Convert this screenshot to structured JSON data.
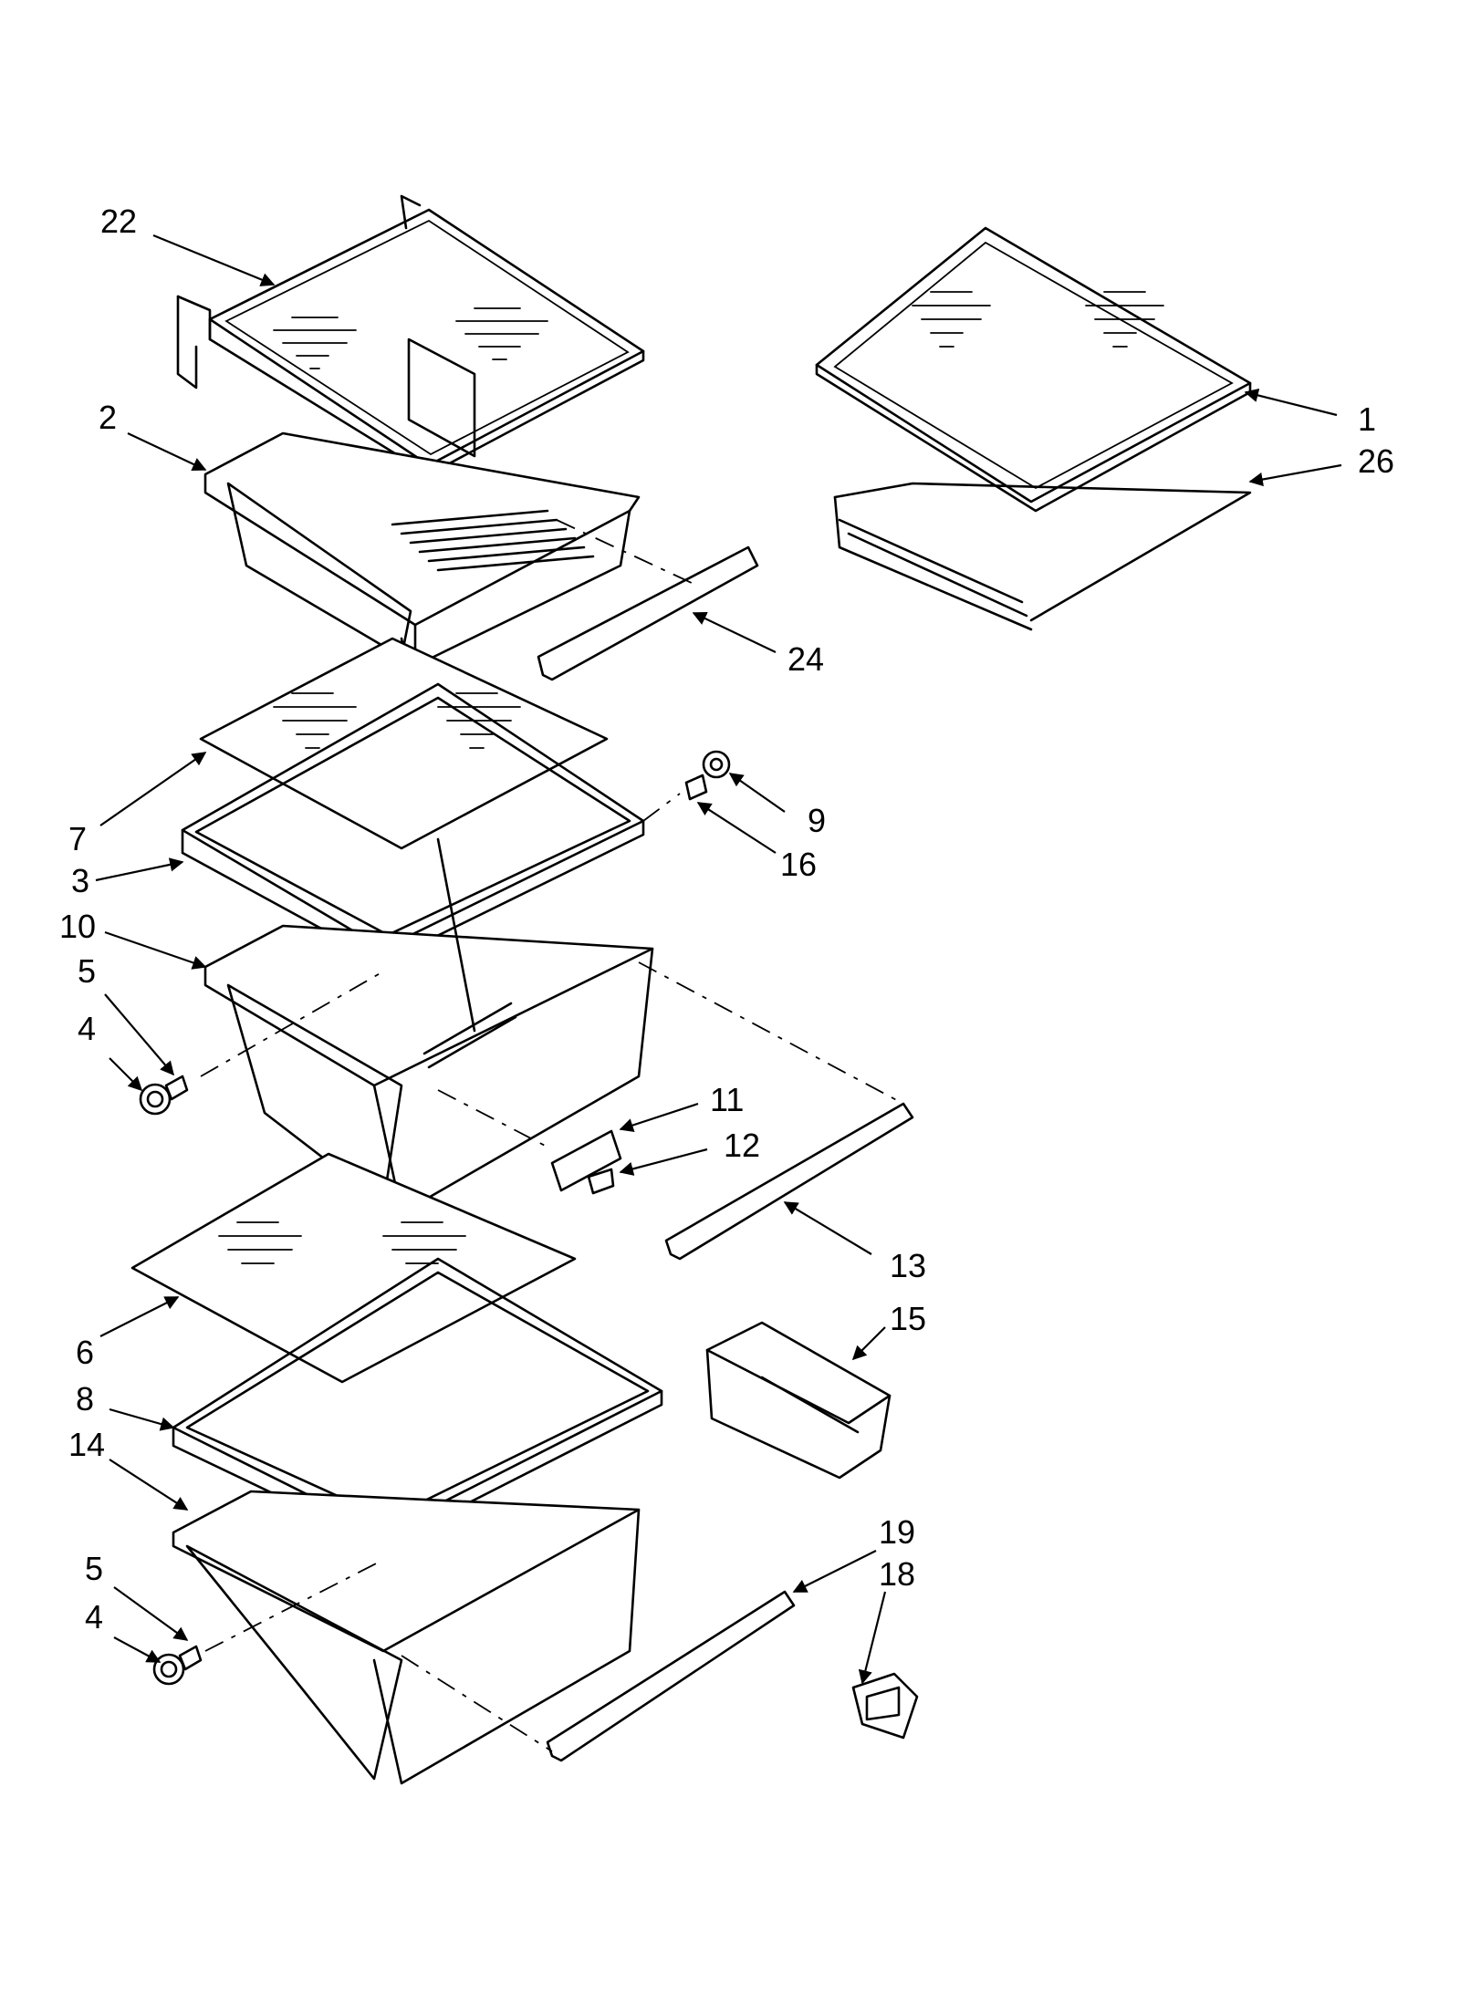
{
  "callouts": [
    {
      "id": "22",
      "label": "22"
    },
    {
      "id": "2",
      "label": "2"
    },
    {
      "id": "1",
      "label": "1"
    },
    {
      "id": "26",
      "label": "26"
    },
    {
      "id": "24",
      "label": "24"
    },
    {
      "id": "7",
      "label": "7"
    },
    {
      "id": "9",
      "label": "9"
    },
    {
      "id": "3",
      "label": "3"
    },
    {
      "id": "16",
      "label": "16"
    },
    {
      "id": "10",
      "label": "10"
    },
    {
      "id": "5a",
      "label": "5"
    },
    {
      "id": "4a",
      "label": "4"
    },
    {
      "id": "11",
      "label": "11"
    },
    {
      "id": "12",
      "label": "12"
    },
    {
      "id": "13",
      "label": "13"
    },
    {
      "id": "6",
      "label": "6"
    },
    {
      "id": "15",
      "label": "15"
    },
    {
      "id": "8",
      "label": "8"
    },
    {
      "id": "14",
      "label": "14"
    },
    {
      "id": "19",
      "label": "19"
    },
    {
      "id": "18",
      "label": "18"
    },
    {
      "id": "5b",
      "label": "5"
    },
    {
      "id": "4b",
      "label": "4"
    }
  ]
}
